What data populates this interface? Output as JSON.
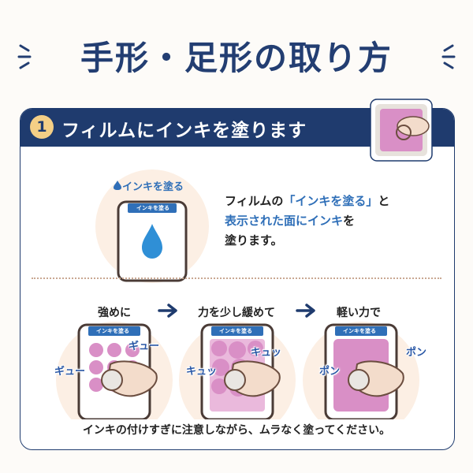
{
  "page": {
    "title": "手形・足形の取り方"
  },
  "step": {
    "number": "1",
    "title": "フィルムにインキを塗ります"
  },
  "top_section": {
    "ink_label": "インキを塗る",
    "tab_label": "インキを塗る",
    "description": {
      "part1": "フィルムの",
      "highlight1": "「インキを塗る」",
      "part2": "と",
      "highlight2_prefix": "表示された面に",
      "highlight2": "インキ",
      "part3": "を",
      "part4": "塗ります。"
    }
  },
  "steps_row": [
    {
      "caption": "強めに",
      "tab_label": "インキを塗る",
      "sfx1": "ギュー",
      "sfx2": "ギュー"
    },
    {
      "caption": "力を少し緩めて",
      "tab_label": "インキを塗る",
      "sfx1": "キュッ",
      "sfx2": "キュッ"
    },
    {
      "caption": "軽い力で",
      "tab_label": "インキを塗る",
      "sfx1": "ポン",
      "sfx2": "ポン"
    }
  ],
  "footer_note": "インキの付けすぎに注意しながら、ムラなく塗ってください。",
  "colors": {
    "navy": "#1f3b6e",
    "accent_blue": "#2f6fb8",
    "ink_pink": "#d98fc6",
    "number_badge": "#f4cf86"
  },
  "icons": [
    "sparkle-left-icon",
    "sparkle-right-icon",
    "ink-drop-icon",
    "arrow-right-icon",
    "hand-icon",
    "film-pad-icon"
  ]
}
